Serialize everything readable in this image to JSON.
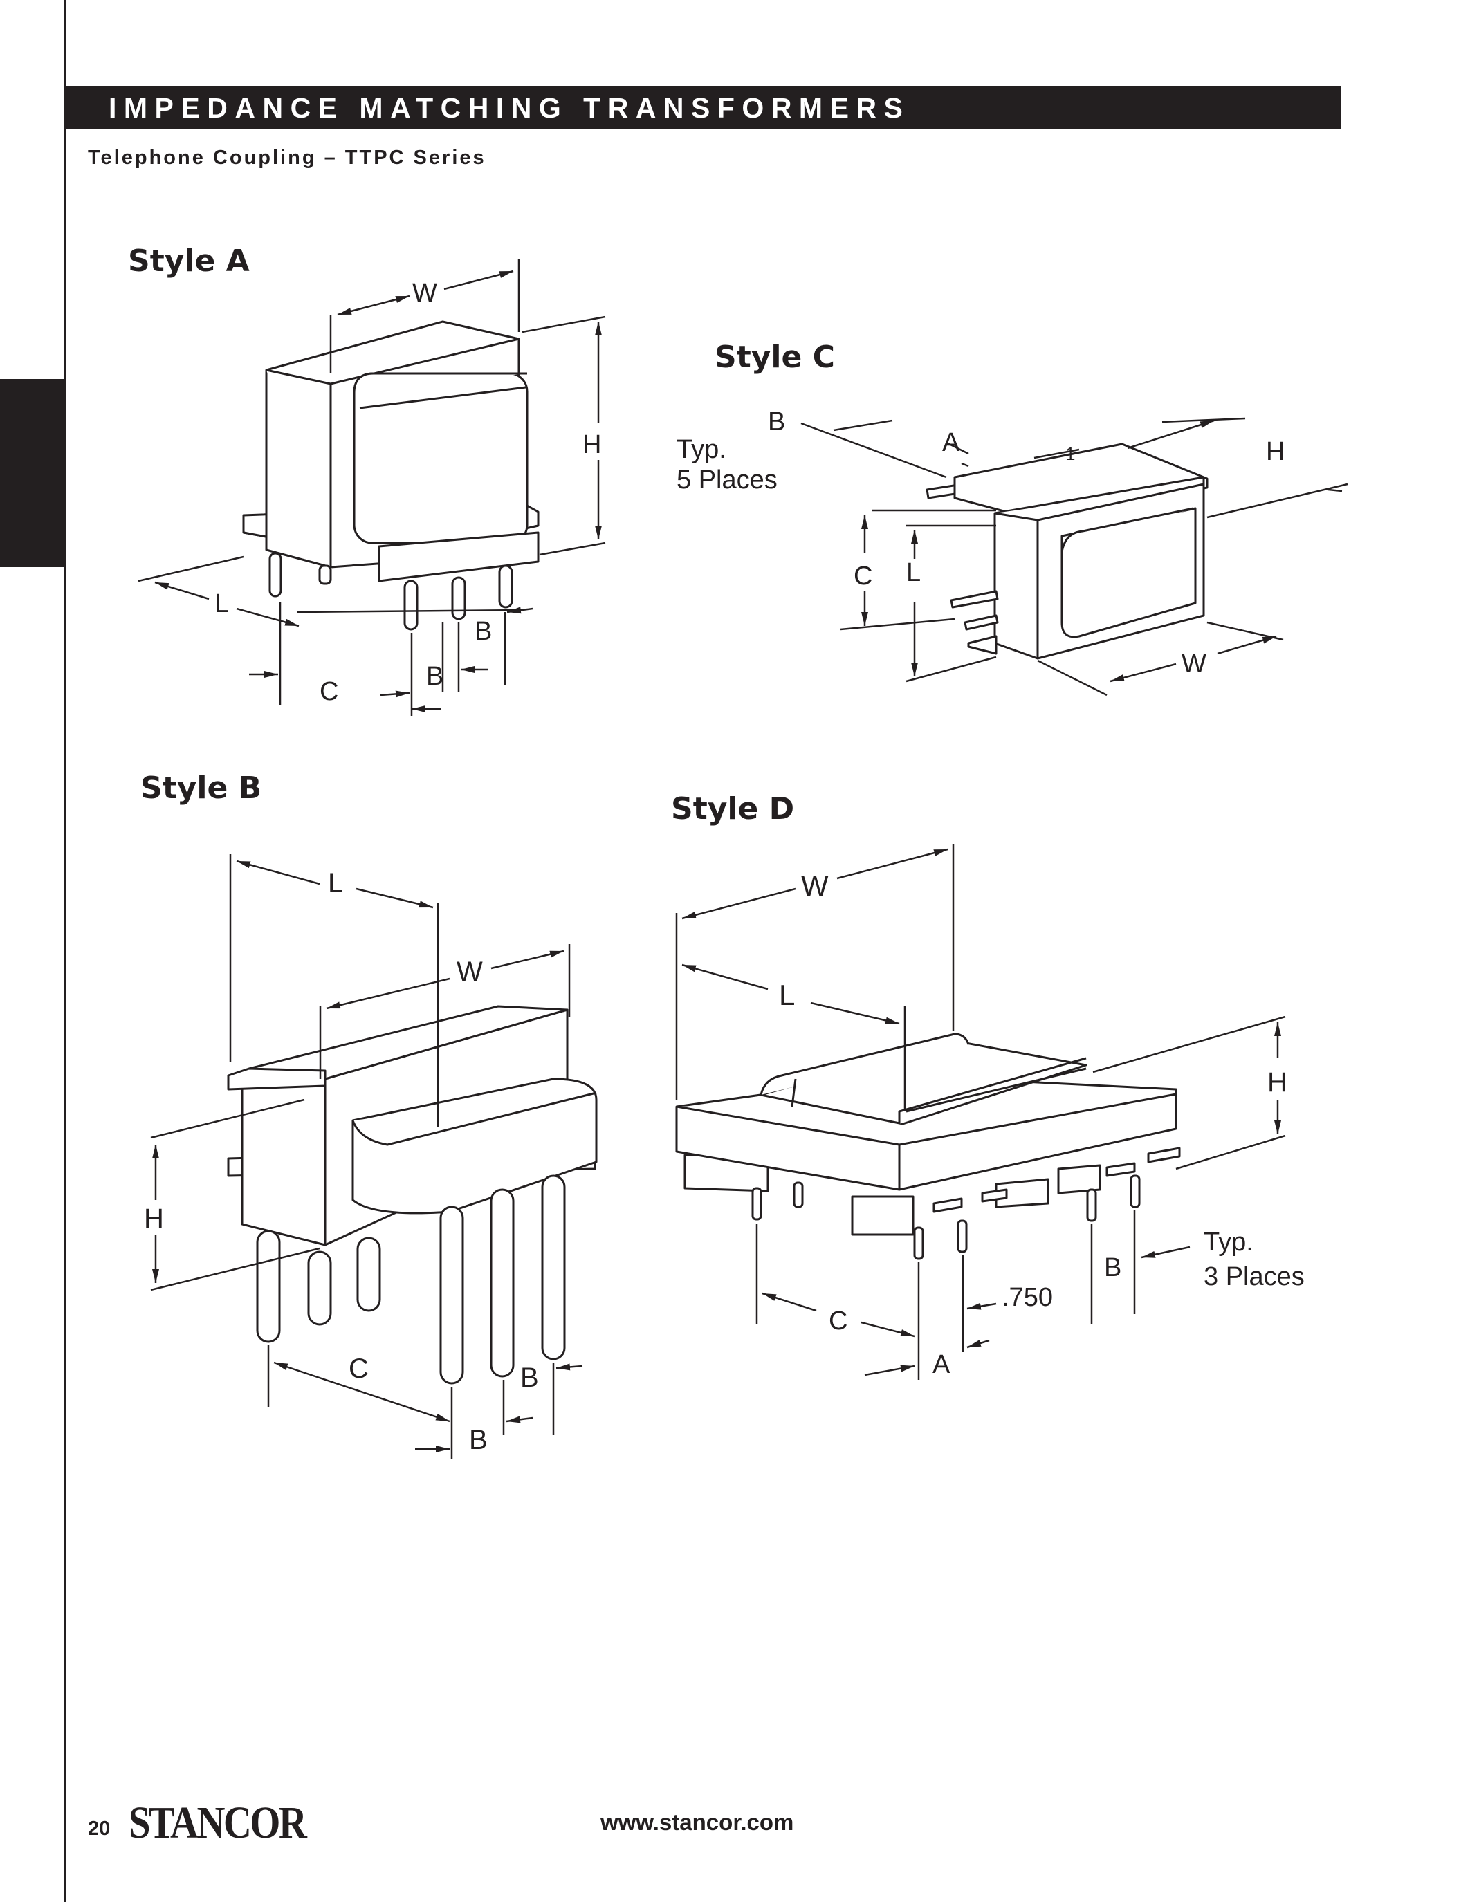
{
  "header": {
    "title": "IMPEDANCE MATCHING TRANSFORMERS"
  },
  "subtitle": "Telephone Coupling – TTPC Series",
  "styles": {
    "a": {
      "heading": "Style A",
      "labels": {
        "w": "W",
        "h": "H",
        "l": "L",
        "b_upper": "B",
        "b_lower": "B",
        "c": "C"
      }
    },
    "c": {
      "heading": "Style C",
      "labels": {
        "b": "B",
        "typ": "Typ.",
        "places": "5 Places",
        "a": "A",
        "pin": "1",
        "h": "H",
        "c": "C",
        "l": "L",
        "w": "W"
      }
    },
    "b": {
      "heading": "Style B",
      "labels": {
        "l": "L",
        "w": "W",
        "h": "H",
        "c": "C",
        "b_upper": "B",
        "b_lower": "B"
      }
    },
    "d": {
      "heading": "Style D",
      "labels": {
        "w": "W",
        "l": "L",
        "h": "H",
        "typ": "Typ.",
        "places": "3 Places",
        "b": "B",
        "spacing": ".750",
        "c": "C",
        "a": "A"
      }
    }
  },
  "footer": {
    "page_number": "20",
    "logo": "STANCOR",
    "website": "www.stancor.com"
  },
  "colors": {
    "ink": "#231f20",
    "paper": "#ffffff"
  }
}
